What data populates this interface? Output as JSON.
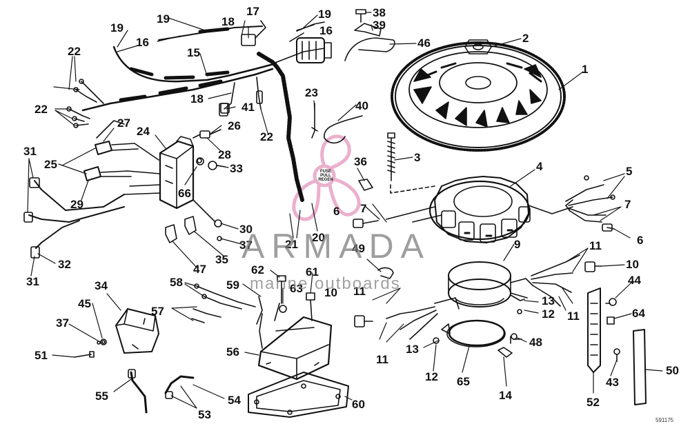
{
  "callouts": [
    "1",
    "2",
    "3",
    "4",
    "5",
    "6",
    "6",
    "7",
    "7",
    "9",
    "10",
    "10",
    "11",
    "11",
    "11",
    "11",
    "12",
    "12",
    "13",
    "13",
    "14",
    "15",
    "16",
    "16",
    "17",
    "18",
    "18",
    "19",
    "19",
    "19",
    "20",
    "21",
    "22",
    "22",
    "22",
    "23",
    "24",
    "25",
    "26",
    "27",
    "28",
    "29",
    "30",
    "31",
    "31",
    "32",
    "33",
    "34",
    "35",
    "36",
    "37",
    "37",
    "38",
    "39",
    "40",
    "41",
    "43",
    "44",
    "45",
    "46",
    "47",
    "48",
    "49",
    "50",
    "51",
    "52",
    "53",
    "54",
    "55",
    "56",
    "57",
    "58",
    "59",
    "60",
    "61",
    "62",
    "63",
    "64",
    "65",
    "66"
  ],
  "fuse_label": [
    "FUSE",
    "PULL REGEN"
  ],
  "watermark": {
    "brand": "ARMADA",
    "tagline": "marine outboards"
  },
  "corner_code": "591175",
  "colors": {
    "ink": "#111111",
    "watermark_gray": "#8c8c8c",
    "watermark_pink": "#e8a3c6"
  }
}
